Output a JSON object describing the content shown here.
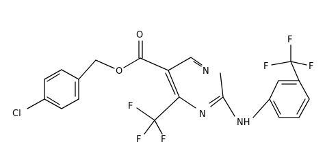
{
  "molecule": {
    "atoms": {
      "cl": "Cl",
      "o_ester": "O",
      "o_carbonyl": "O",
      "n_ring_top": "N",
      "n_ring_bottom": "N",
      "nh": "NH",
      "f_left_1": "F",
      "f_left_2": "F",
      "f_left_3": "F",
      "f_right_1": "F",
      "f_right_2": "F",
      "f_right_3": "F"
    }
  }
}
